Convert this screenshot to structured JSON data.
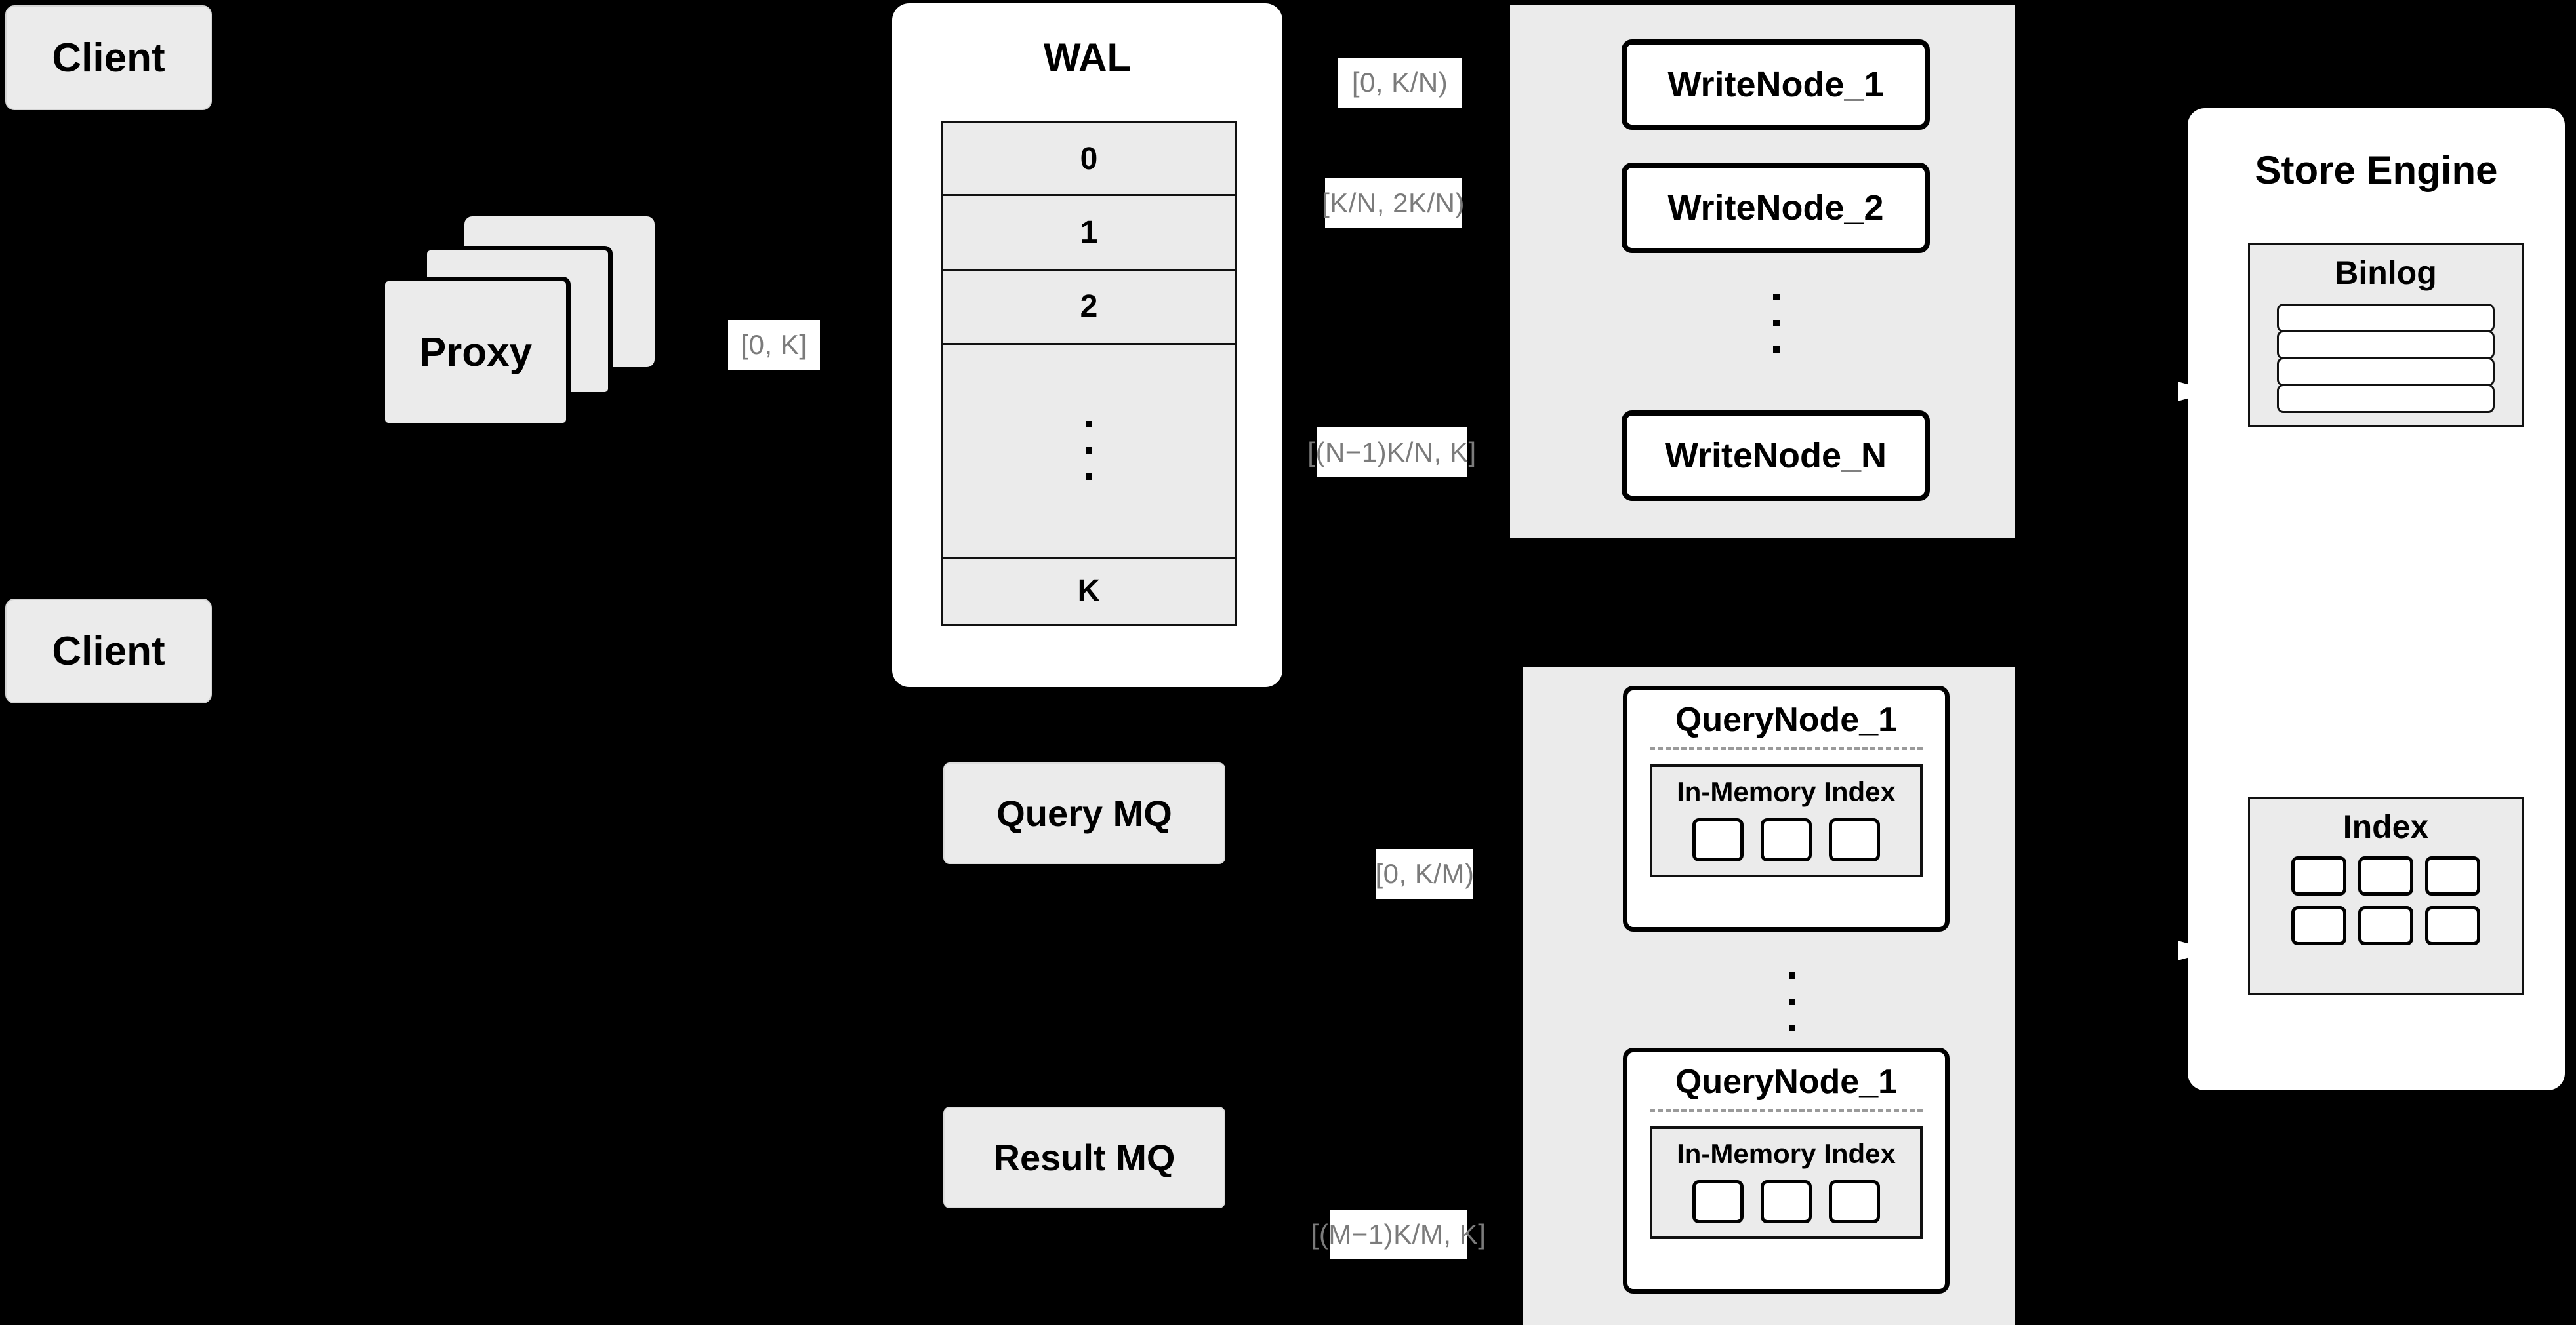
{
  "diagram": {
    "title": "Distributed write/query architecture",
    "background_color": "#000000",
    "panel_color": "#ebebeb",
    "node_color": "#ffffff",
    "label_text_color": "#7b7b7b"
  },
  "clients": [
    {
      "label": "Client"
    },
    {
      "label": "Client"
    }
  ],
  "proxy": {
    "label": "Proxy",
    "stack_count": 3
  },
  "labels": {
    "proxy_to_wal": "[0, K]",
    "wal_to_writenode_1": "[0,  K/N)",
    "wal_to_writenode_2": "[K/N, 2K/N)",
    "wal_to_writenode_n": "[(N−1)K/N,  K]",
    "mq_to_querynode_1": "[0, K/M)",
    "mq_to_querynode_m": "[(M−1)K/M, K]"
  },
  "wal": {
    "title": "WAL",
    "rows": [
      "0",
      "1",
      "2",
      "⋮",
      "K"
    ]
  },
  "message_queues": [
    {
      "label": "Query MQ"
    },
    {
      "label": "Result MQ"
    }
  ],
  "write_cluster": {
    "nodes": [
      "WriteNode_1",
      "WriteNode_2",
      "WriteNode_N"
    ],
    "ellipsis": "⋮"
  },
  "query_cluster": {
    "nodes": [
      {
        "title": "QueryNode_1",
        "index_label": "In-Memory Index",
        "cell_count": 3
      },
      {
        "title": "QueryNode_1",
        "index_label": "In-Memory Index",
        "cell_count": 3
      }
    ],
    "ellipsis": "⋮"
  },
  "store_engine": {
    "title": "Store Engine",
    "binlog": {
      "title": "Binlog",
      "row_count": 4
    },
    "index": {
      "title": "Index",
      "cell_count": 6
    }
  }
}
